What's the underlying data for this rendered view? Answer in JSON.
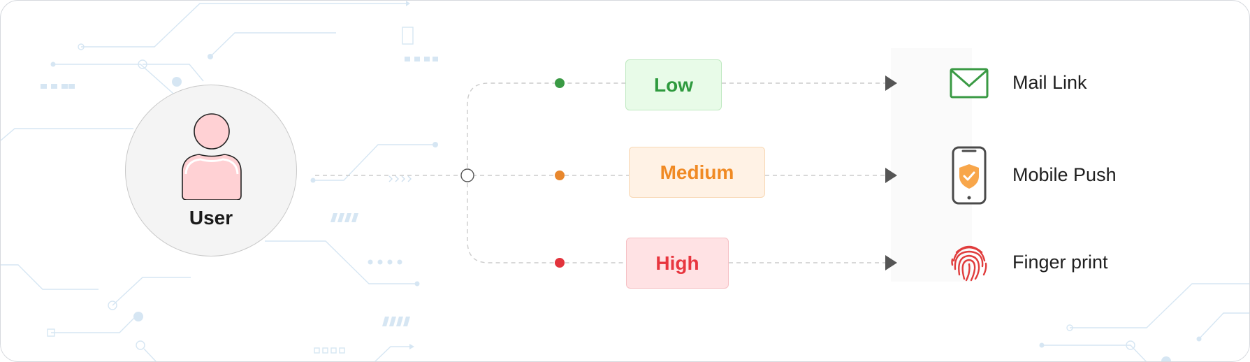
{
  "user": {
    "label": "User"
  },
  "risk_levels": [
    {
      "label": "Low",
      "color": "#2e9a3e"
    },
    {
      "label": "Medium",
      "color": "#f08a24"
    },
    {
      "label": "High",
      "color": "#e8363f"
    }
  ],
  "methods": [
    {
      "label": "Mail Link",
      "icon": "mail-icon"
    },
    {
      "label": "Mobile Push",
      "icon": "mobile-shield-icon"
    },
    {
      "label": "Finger print",
      "icon": "fingerprint-icon"
    }
  ]
}
